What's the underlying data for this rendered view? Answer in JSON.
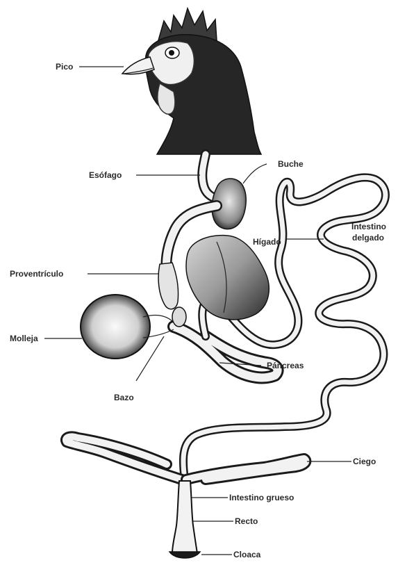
{
  "labels": {
    "pico": "Pico",
    "esofago": "Esófago",
    "buche": "Buche",
    "intestino_delgado_1": "Intestino",
    "intestino_delgado_2": "delgado",
    "higado": "Hígado",
    "proventriculo": "Proventrículo",
    "molleja": "Molleja",
    "pancreas": "Páncreas",
    "bazo": "Bazo",
    "ciego": "Ciego",
    "intestino_grueso": "Intestino grueso",
    "recto": "Recto",
    "cloaca": "Cloaca"
  },
  "colors": {
    "ink": "#1a1a1a",
    "organ_fill": "#bdbdbd",
    "head_fill": "#262626"
  }
}
